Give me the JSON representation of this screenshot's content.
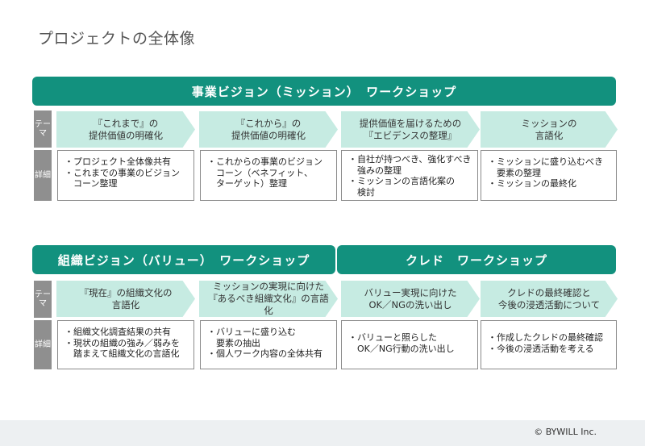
{
  "page": {
    "title": "プロジェクトの全体像"
  },
  "labels": {
    "theme": "テーマ",
    "detail": "詳細"
  },
  "section1": {
    "banner": "事業ビジョン（ミッション）　ワークショップ",
    "steps": [
      {
        "theme": "『これまで』の\n提供価値の明確化",
        "details": [
          "・プロジェクト全体像共有",
          "・これまでの事業のビジョン",
          "　コーン整理"
        ]
      },
      {
        "theme": "『これから』の\n提供価値の明確化",
        "details": [
          "・これからの事業のビジョン",
          "　コーン（ベネフィット、",
          "　ターゲット）整理"
        ]
      },
      {
        "theme": "提供価値を届けるための\n『エビデンスの整理』",
        "details": [
          "・自社が持つべき、強化すべき",
          "　強みの整理",
          "・ミッションの言語化案の",
          "　検討"
        ]
      },
      {
        "theme": "ミッションの\n言語化",
        "details": [
          "・ミッションに盛り込むべき",
          "　要素の整理",
          "・ミッションの最終化"
        ]
      }
    ]
  },
  "section2": {
    "banner_left": "組織ビジョン（バリュー）　ワークショップ",
    "banner_right": "クレド　ワークショップ",
    "steps": [
      {
        "theme": "『現在』の組織文化の\n言語化",
        "details": [
          "・組織文化調査結果の共有",
          "・現状の組織の強み／弱みを",
          "　踏まえて組織文化の言語化"
        ]
      },
      {
        "theme": "ミッションの実現に向けた\n『あるべき組織文化』の言語化",
        "details": [
          "・バリューに盛り込む",
          "　要素の抽出",
          "・個人ワーク内容の全体共有"
        ]
      },
      {
        "theme": "バリュー実現に向けた\nOK／NGの洗い出し",
        "details": [
          "・バリューと照らした",
          "　OK／NG行動の洗い出し"
        ]
      },
      {
        "theme": "クレドの最終確認と\n今後の浸透活動について",
        "details": [
          "・作成したクレドの最終確認",
          "・今後の浸透活動を考える"
        ]
      }
    ]
  },
  "footer": {
    "copyright": "© BYWILL Inc."
  },
  "colors": {
    "accent": "#12917e",
    "arrow_fill": "#c6ebe2",
    "label_gray": "#8f8f8f",
    "footer_bg": "#edf0f2"
  }
}
